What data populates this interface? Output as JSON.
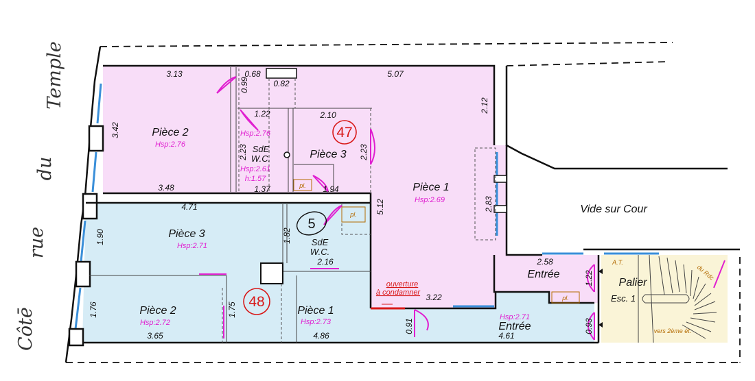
{
  "street": {
    "words": [
      "Temple",
      "du",
      "rue",
      "Côtē"
    ]
  },
  "court_label": "Vide sur Cour",
  "apartments": [
    {
      "number": "47",
      "fill": "#f8ddf8"
    },
    {
      "number": "48",
      "fill": "#d6ecf6"
    }
  ],
  "rooms_47": {
    "piece2": {
      "name": "Pièce 2",
      "hsp": "Hsp:2.76"
    },
    "sde": {
      "name": "SdE",
      "sub": "W.C.",
      "hsp": "Hsp:2.61",
      "hsp2": "Hsp:2.76",
      "h": "h:1.57"
    },
    "piece3": {
      "name": "Pièce 3"
    },
    "piece1": {
      "name": "Pièce 1",
      "hsp": "Hsp:2.69"
    },
    "entree": {
      "name": "Entrée"
    }
  },
  "rooms_48": {
    "piece3": {
      "name": "Pièce 3",
      "hsp": "Hsp:2.71"
    },
    "sde": {
      "name": "SdE",
      "sub": "W.C.",
      "marker": "5"
    },
    "piece2": {
      "name": "Pièce 2",
      "hsp": "Hsp:2.72"
    },
    "piece1": {
      "name": "Pièce 1",
      "hsp": "Hsp:2.73"
    },
    "entree": {
      "name": "Entrée",
      "hsp": "Hsp:2.71"
    }
  },
  "palier": {
    "name": "Palier",
    "esc": "Esc. 1",
    "stairs_note": "vers 2ème ét.",
    "at": "A.T.",
    "du_rdc": "du Rdc"
  },
  "tags": {
    "pl": "pl."
  },
  "ouverture": {
    "line1": "ouverture",
    "line2": "à condamner"
  },
  "dimensions": {
    "d313": "3.13",
    "d068": "0.68",
    "d099": "0.99",
    "d082": "0.82",
    "d507": "5.07",
    "d342": "3.42",
    "d122a": "1.22",
    "d210": "2.10",
    "d212": "2.12",
    "d223a": "2.23",
    "d223b": "2.23",
    "d348": "3.48",
    "d137": "1.37",
    "d194": "1.94",
    "d512": "5.12",
    "d283": "2.83",
    "d471": "4.71",
    "d190": "1.90",
    "d182": "1.82",
    "d216": "2.16",
    "d258": "2.58",
    "d122b": "1.22",
    "d322": "3.22",
    "d176": "1.76",
    "d175": "1.75",
    "d091": "0.91",
    "d093": "0.93",
    "d365": "3.65",
    "d486": "4.86",
    "d461": "4.61"
  }
}
